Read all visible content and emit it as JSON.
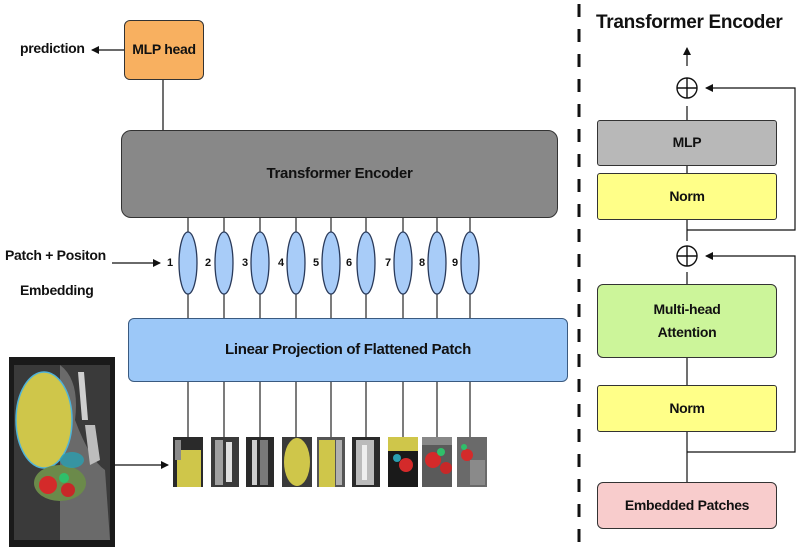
{
  "left": {
    "prediction_label": "prediction",
    "mlp_head_label": "MLP head",
    "transformer_encoder_label": "Transformer Encoder",
    "patch_position_label_line1": "Patch + Positon",
    "patch_position_label_line2": "Embedding",
    "linear_projection_label": "Linear Projection of Flattened Patch",
    "tokens": [
      "1",
      "2",
      "3",
      "4",
      "5",
      "6",
      "7",
      "8",
      "9"
    ]
  },
  "right": {
    "title": "Transformer Encoder",
    "mlp_label": "MLP",
    "norm_top_label": "Norm",
    "attention_line1": "Multi-head",
    "attention_line2": "Attention",
    "norm_bottom_label": "Norm",
    "embedded_patches_label": "Embedded Patches"
  },
  "colors": {
    "mlp_head": "#f8b060",
    "transformer_encoder": "#888888",
    "token": "#a8ccf8",
    "linear_projection": "#9cc8f8",
    "mlp": "#b8b8b8",
    "norm": "#ffff88",
    "attention": "#ccf59a",
    "embedded_patches": "#f8cccc"
  },
  "icons": [
    "plus-circle-icon",
    "arrow-icon",
    "mri-image"
  ]
}
